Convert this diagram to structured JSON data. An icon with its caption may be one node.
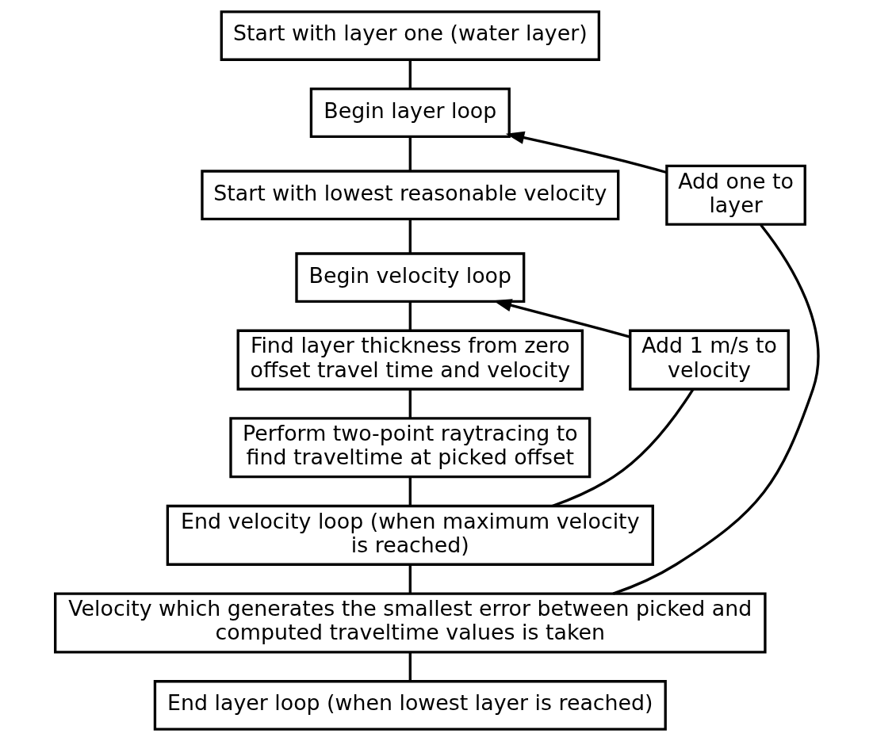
{
  "diagram": {
    "nodes": [
      {
        "text": [
          "Start with layer one (water layer)"
        ]
      },
      {
        "text": [
          "Begin layer loop"
        ]
      },
      {
        "text": [
          "Start with lowest reasonable velocity"
        ]
      },
      {
        "text": [
          "Begin velocity loop"
        ]
      },
      {
        "text": [
          "Find layer thickness from zero offset travel time and velocity"
        ]
      },
      {
        "text": [
          "Perform two-point raytracing to find traveltime at picked offset"
        ]
      },
      {
        "text": [
          "End velocity loop (when maximum velocity is reached)"
        ]
      },
      {
        "text": [
          "Velocity which generates the smallest error between picked and computed traveltime values is taken"
        ]
      },
      {
        "text": [
          "End layer loop (when lowest layer is reached)"
        ]
      },
      {
        "text": [
          "Add one to layer"
        ]
      },
      {
        "text": [
          "Add 1 m/s to velocity"
        ]
      }
    ],
    "edges": [
      {
        "from": 0,
        "to": 1,
        "arrow": "none"
      },
      {
        "from": 1,
        "to": 2,
        "arrow": "none"
      },
      {
        "from": 2,
        "to": 3,
        "arrow": "none"
      },
      {
        "from": 3,
        "to": 4,
        "arrow": "none"
      },
      {
        "from": 4,
        "to": 5,
        "arrow": "none"
      },
      {
        "from": 5,
        "to": 6,
        "arrow": "none"
      },
      {
        "from": 6,
        "to": 7,
        "arrow": "none"
      },
      {
        "from": 7,
        "to": 8,
        "arrow": "none"
      },
      {
        "from": 6,
        "to": 10,
        "arrow": "none"
      },
      {
        "from": 10,
        "to": 3,
        "arrow": "to"
      },
      {
        "from": 7,
        "to": 9,
        "arrow": "none"
      },
      {
        "from": 9,
        "to": 1,
        "arrow": "to"
      }
    ]
  }
}
